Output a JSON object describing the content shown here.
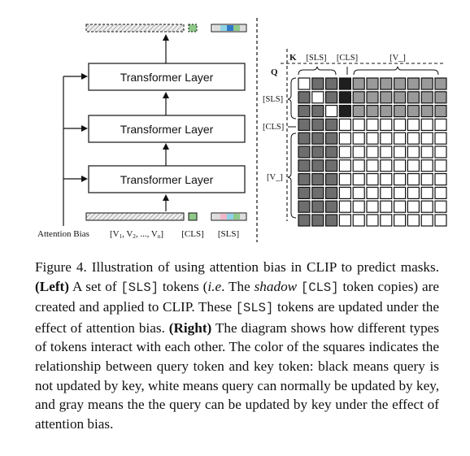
{
  "figure": {
    "left_diagram": {
      "layers": [
        "Transformer Layer",
        "Transformer Layer",
        "Transformer Layer"
      ],
      "inputs": {
        "attention_bias": "Attention Bias",
        "v_tokens": "[V",
        "v_tokens_full": "[V1, V2, ..., Vn]",
        "cls": "[CLS]",
        "sls": "[SLS]"
      }
    },
    "right_diagram": {
      "key_axis_label": "K",
      "query_axis_label": "Q",
      "key_groups": [
        "[SLS]",
        "[CLS]",
        "[V_]"
      ],
      "query_groups": [
        "[SLS]",
        "[CLS]",
        "[V_]"
      ],
      "matrix_legend": {
        "black": "not updated",
        "white": "normal update",
        "gray": "updated under attention bias"
      },
      "matrix": [
        [
          "W",
          "D",
          "D",
          "K",
          "G",
          "G",
          "G",
          "G",
          "G",
          "G",
          "G"
        ],
        [
          "D",
          "W",
          "D",
          "K",
          "G",
          "G",
          "G",
          "G",
          "G",
          "G",
          "G"
        ],
        [
          "D",
          "D",
          "W",
          "K",
          "G",
          "G",
          "G",
          "G",
          "G",
          "G",
          "G"
        ],
        [
          "D",
          "D",
          "D",
          "W",
          "W",
          "W",
          "W",
          "W",
          "W",
          "W",
          "W"
        ],
        [
          "D",
          "D",
          "D",
          "W",
          "W",
          "W",
          "W",
          "W",
          "W",
          "W",
          "W"
        ],
        [
          "D",
          "D",
          "D",
          "W",
          "W",
          "W",
          "W",
          "W",
          "W",
          "W",
          "W"
        ],
        [
          "D",
          "D",
          "D",
          "W",
          "W",
          "W",
          "W",
          "W",
          "W",
          "W",
          "W"
        ],
        [
          "D",
          "D",
          "D",
          "W",
          "W",
          "W",
          "W",
          "W",
          "W",
          "W",
          "W"
        ],
        [
          "D",
          "D",
          "D",
          "W",
          "W",
          "W",
          "W",
          "W",
          "W",
          "W",
          "W"
        ],
        [
          "D",
          "D",
          "D",
          "W",
          "W",
          "W",
          "W",
          "W",
          "W",
          "W",
          "W"
        ],
        [
          "D",
          "D",
          "D",
          "W",
          "W",
          "W",
          "W",
          "W",
          "W",
          "W",
          "W"
        ]
      ]
    }
  },
  "caption": {
    "figure_label": "Figure 4.",
    "text_1": "Illustration of using attention bias in CLIP to predict masks.",
    "left_label": "(Left)",
    "text_2": "A set of",
    "sls_1": "[SLS]",
    "text_3": "tokens (",
    "ie": "i.e",
    "text_4": ". The",
    "shadow": "shadow",
    "cls_1": "[CLS]",
    "text_5": "token copies) are created and applied to CLIP. These",
    "sls_2": "[SLS]",
    "text_6": "tokens are updated under the effect of attention bias.",
    "right_label": "(Right)",
    "text_7": "The diagram shows how different types of tokens interact with each other. The color of the squares indicates the relationship between query token and key token: black means query is not updated by key, white means query can normally be updated by key, and gray means the the query can be updated by key under the effect of attention bias."
  },
  "colors": {
    "black_cell": "#1e1e1e",
    "dark_cell": "#6e6e6e",
    "gray_cell": "#9a9a9a",
    "white_cell": "#ffffff",
    "cls_green": "#8fc98a",
    "sls_blue": "#2f78c8",
    "sls_cyan": "#8fd3e6",
    "sls_pink": "#f2b7c8"
  }
}
